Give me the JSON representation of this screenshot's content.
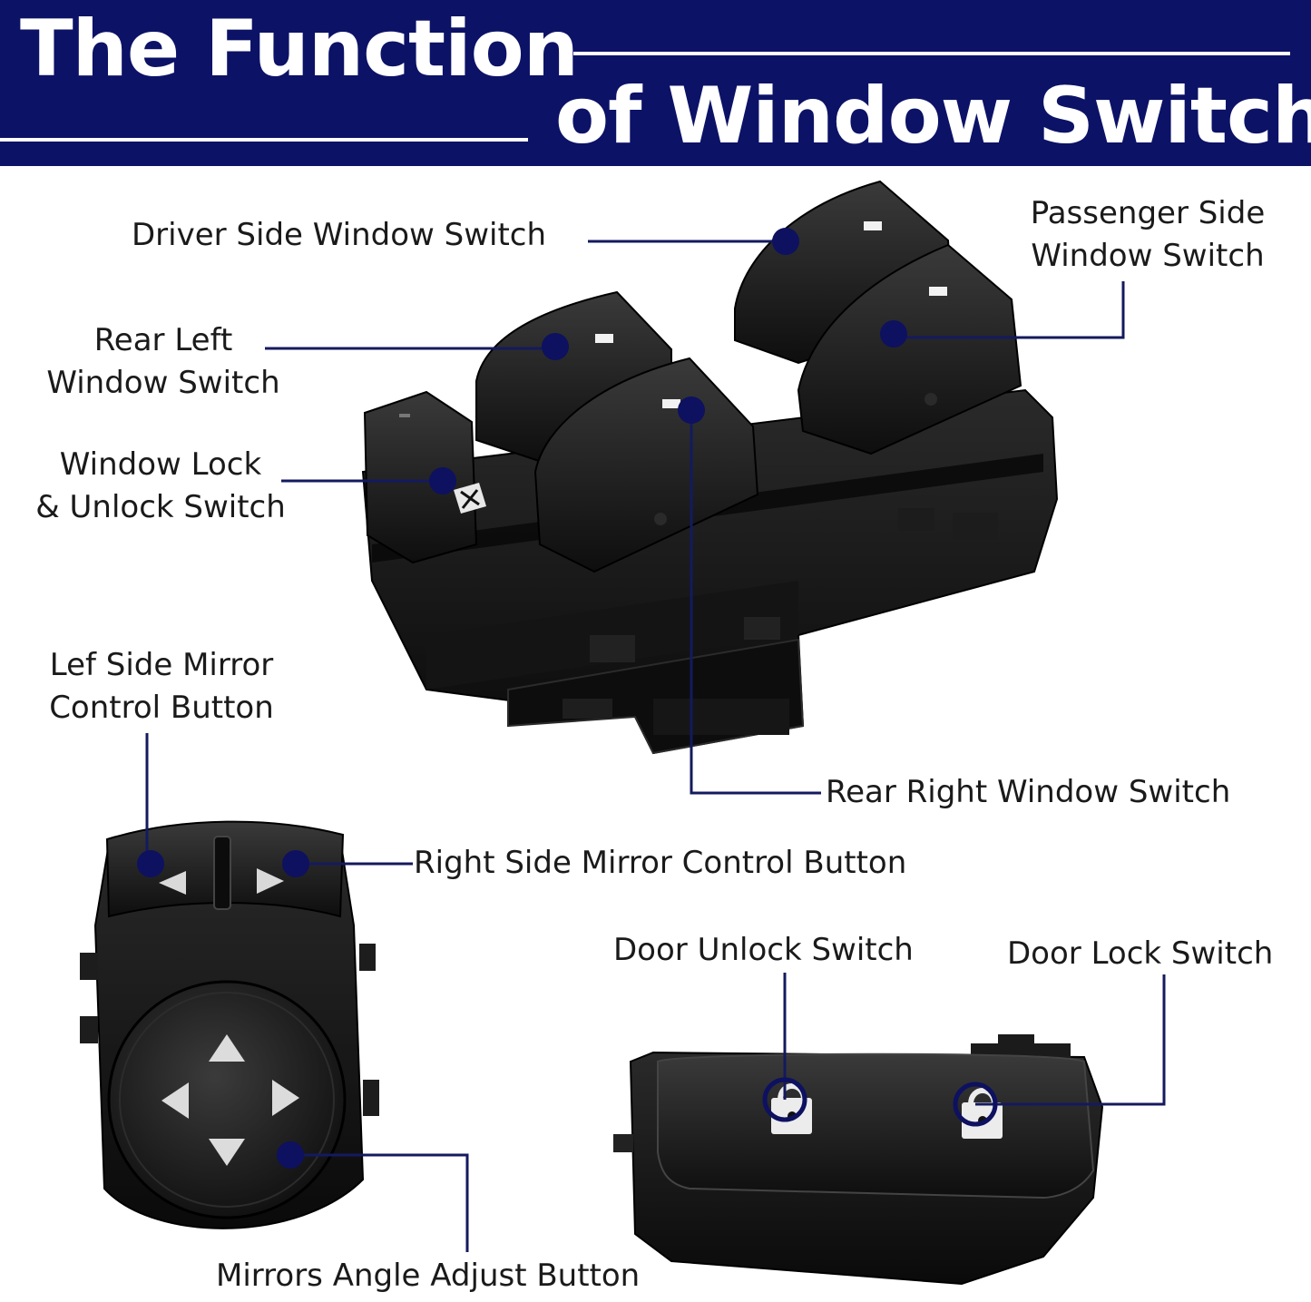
{
  "header": {
    "title_line1": "The Function",
    "title_line2": "of Window Switch"
  },
  "callouts": {
    "driver_side": "Driver Side Window Switch",
    "passenger_side_l1": "Passenger Side",
    "passenger_side_l2": "Window Switch",
    "rear_left_l1": "Rear Left",
    "rear_left_l2": "Window Switch",
    "window_lock_l1": "Window Lock",
    "window_lock_l2": "& Unlock Switch",
    "left_mirror_l1": "Lef Side Mirror",
    "left_mirror_l2": "Control Button",
    "rear_right": "Rear Right Window Switch",
    "right_mirror": "Right Side Mirror Control Button",
    "door_unlock": "Door Unlock Switch",
    "door_lock": "Door Lock Switch",
    "mirror_angle": "Mirrors Angle Adjust Button"
  },
  "colors": {
    "banner": "#0c1266",
    "leader": "#141a5e",
    "marker": "#0d1160",
    "switch_body": "#111111"
  }
}
